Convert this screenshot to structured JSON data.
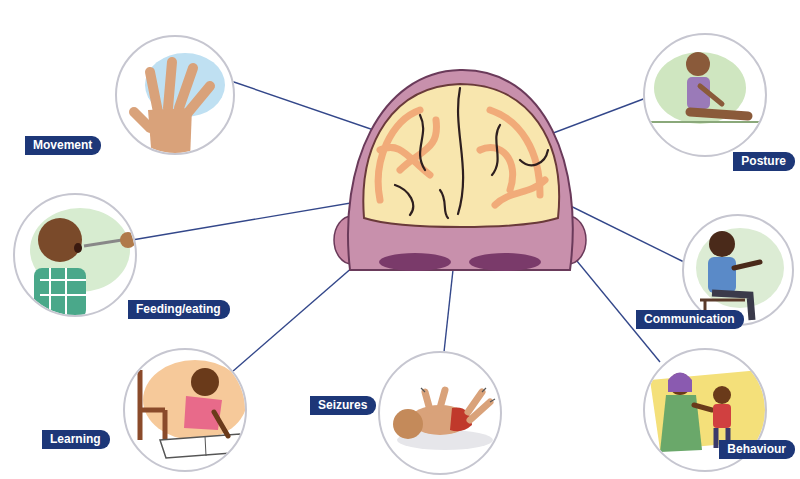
{
  "diagram": {
    "nodes": [
      {
        "text": [
          "Movement"
        ]
      },
      {
        "text": [
          "Posture"
        ]
      },
      {
        "text": [
          "Feeding/eating"
        ]
      },
      {
        "text": [
          "Communication"
        ]
      },
      {
        "text": [
          "Learning"
        ]
      },
      {
        "text": [
          "Seizures"
        ]
      },
      {
        "text": [
          "Behaviour"
        ]
      }
    ]
  }
}
